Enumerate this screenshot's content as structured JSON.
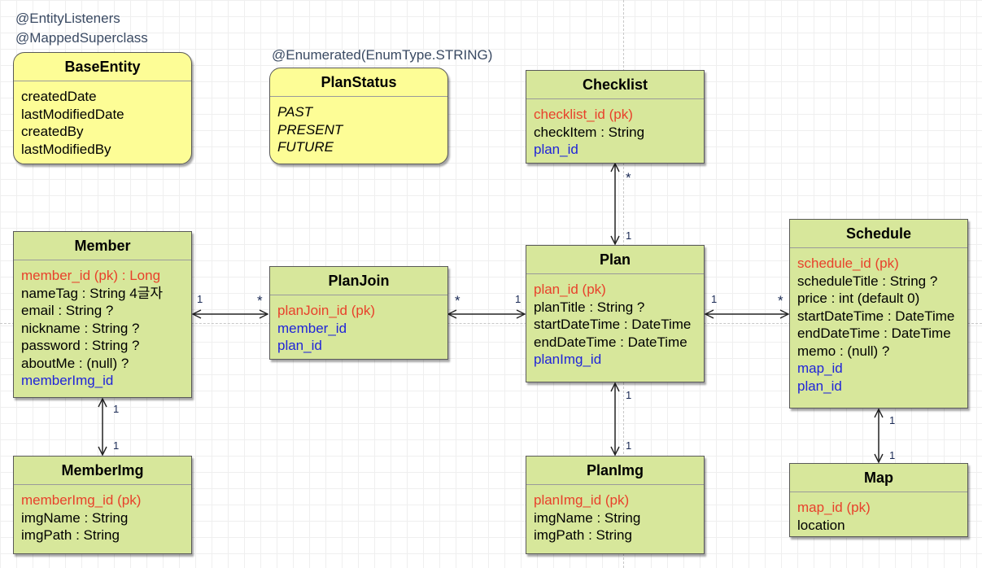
{
  "annotations": {
    "entity_listeners": "@EntityListeners",
    "mapped_superclass": "@MappedSuperclass",
    "enumerated": "@Enumerated(EnumType.STRING)"
  },
  "base_entity": {
    "title": "BaseEntity",
    "fields": [
      "createdDate",
      "lastModifiedDate",
      "createdBy",
      "lastModifiedBy"
    ]
  },
  "plan_status": {
    "title": "PlanStatus",
    "values": [
      "PAST",
      "PRESENT",
      "FUTURE"
    ]
  },
  "checklist": {
    "title": "Checklist",
    "fields": [
      "checklist_id (pk)",
      "checkItem : String",
      "plan_id"
    ]
  },
  "member": {
    "title": "Member",
    "fields": [
      "member_id (pk) : Long",
      "nameTag : String 4글자",
      "email : String ?",
      "nickname : String ?",
      "password : String ?",
      "aboutMe : (null) ?",
      "memberImg_id"
    ]
  },
  "plan_join": {
    "title": "PlanJoin",
    "fields": [
      "planJoin_id (pk)",
      "member_id",
      "plan_id"
    ]
  },
  "plan": {
    "title": "Plan",
    "fields": [
      "plan_id (pk)",
      "planTitle : String ?",
      "startDateTime : DateTime",
      "endDateTime : DateTime",
      "planImg_id"
    ]
  },
  "schedule": {
    "title": "Schedule",
    "fields": [
      "schedule_id (pk)",
      "scheduleTitle : String ?",
      "price : int (default 0)",
      "startDateTime : DateTime",
      "endDateTime : DateTime",
      "memo : (null) ?",
      "map_id",
      "plan_id"
    ]
  },
  "member_img": {
    "title": "MemberImg",
    "fields": [
      "memberImg_id (pk)",
      "imgName : String",
      "imgPath : String"
    ]
  },
  "plan_img": {
    "title": "PlanImg",
    "fields": [
      "planImg_id (pk)",
      "imgName : String",
      "imgPath : String"
    ]
  },
  "map": {
    "title": "Map",
    "fields": [
      "map_id (pk)",
      "location"
    ]
  },
  "relations": {
    "member_planjoin": {
      "from": "1",
      "to": "*"
    },
    "planjoin_plan": {
      "from": "*",
      "to": "1"
    },
    "plan_schedule": {
      "from": "1",
      "to": "*"
    },
    "checklist_plan": {
      "from": "*",
      "to": "1"
    },
    "plan_planimg": {
      "from": "1",
      "to": "1"
    },
    "member_memberimg": {
      "from": "1",
      "to": "1"
    },
    "schedule_map": {
      "from": "1",
      "to": "1"
    }
  },
  "colors": {
    "entity_fill": "#d7e79b",
    "special_fill": "#fdfd96",
    "pk_text": "#e8412b",
    "fk_text": "#1f24d9"
  }
}
